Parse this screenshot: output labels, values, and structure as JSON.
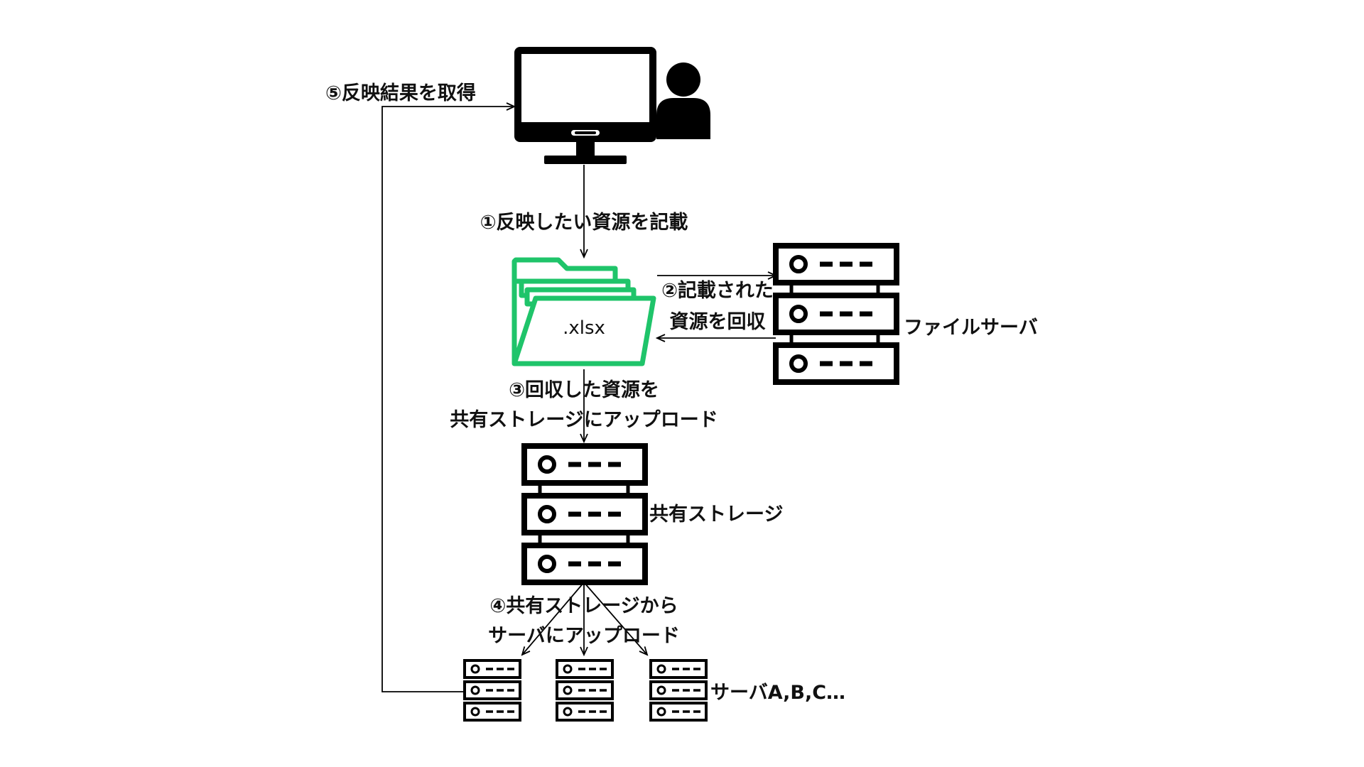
{
  "colors": {
    "ink": "#000000",
    "folder_green": "#1fc46a",
    "background": "#ffffff"
  },
  "nodes": {
    "user_pc": {
      "icons": [
        "monitor-icon",
        "user-icon"
      ]
    },
    "spreadsheet_folder": {
      "label": ".xlsx",
      "icon": "folder-icon"
    },
    "file_server": {
      "label": "ファイルサーバ",
      "icon": "server-rack-icon"
    },
    "shared_storage": {
      "label": "共有ストレージ",
      "icon": "server-rack-icon"
    },
    "target_servers": {
      "label": "サーバA,B,C…",
      "icon": "server-rack-icon",
      "count": 3
    }
  },
  "steps": {
    "step1": "①反映したい資源を記載",
    "step2_line1": "②記載された",
    "step2_line2": "資源を回収",
    "step3_line1": "③回収した資源を",
    "step3_line2": "共有ストレージにアップロード",
    "step4_line1": "④共有ストレージから",
    "step4_line2": "サーバにアップロード",
    "step5": "⑤反映結果を取得"
  }
}
